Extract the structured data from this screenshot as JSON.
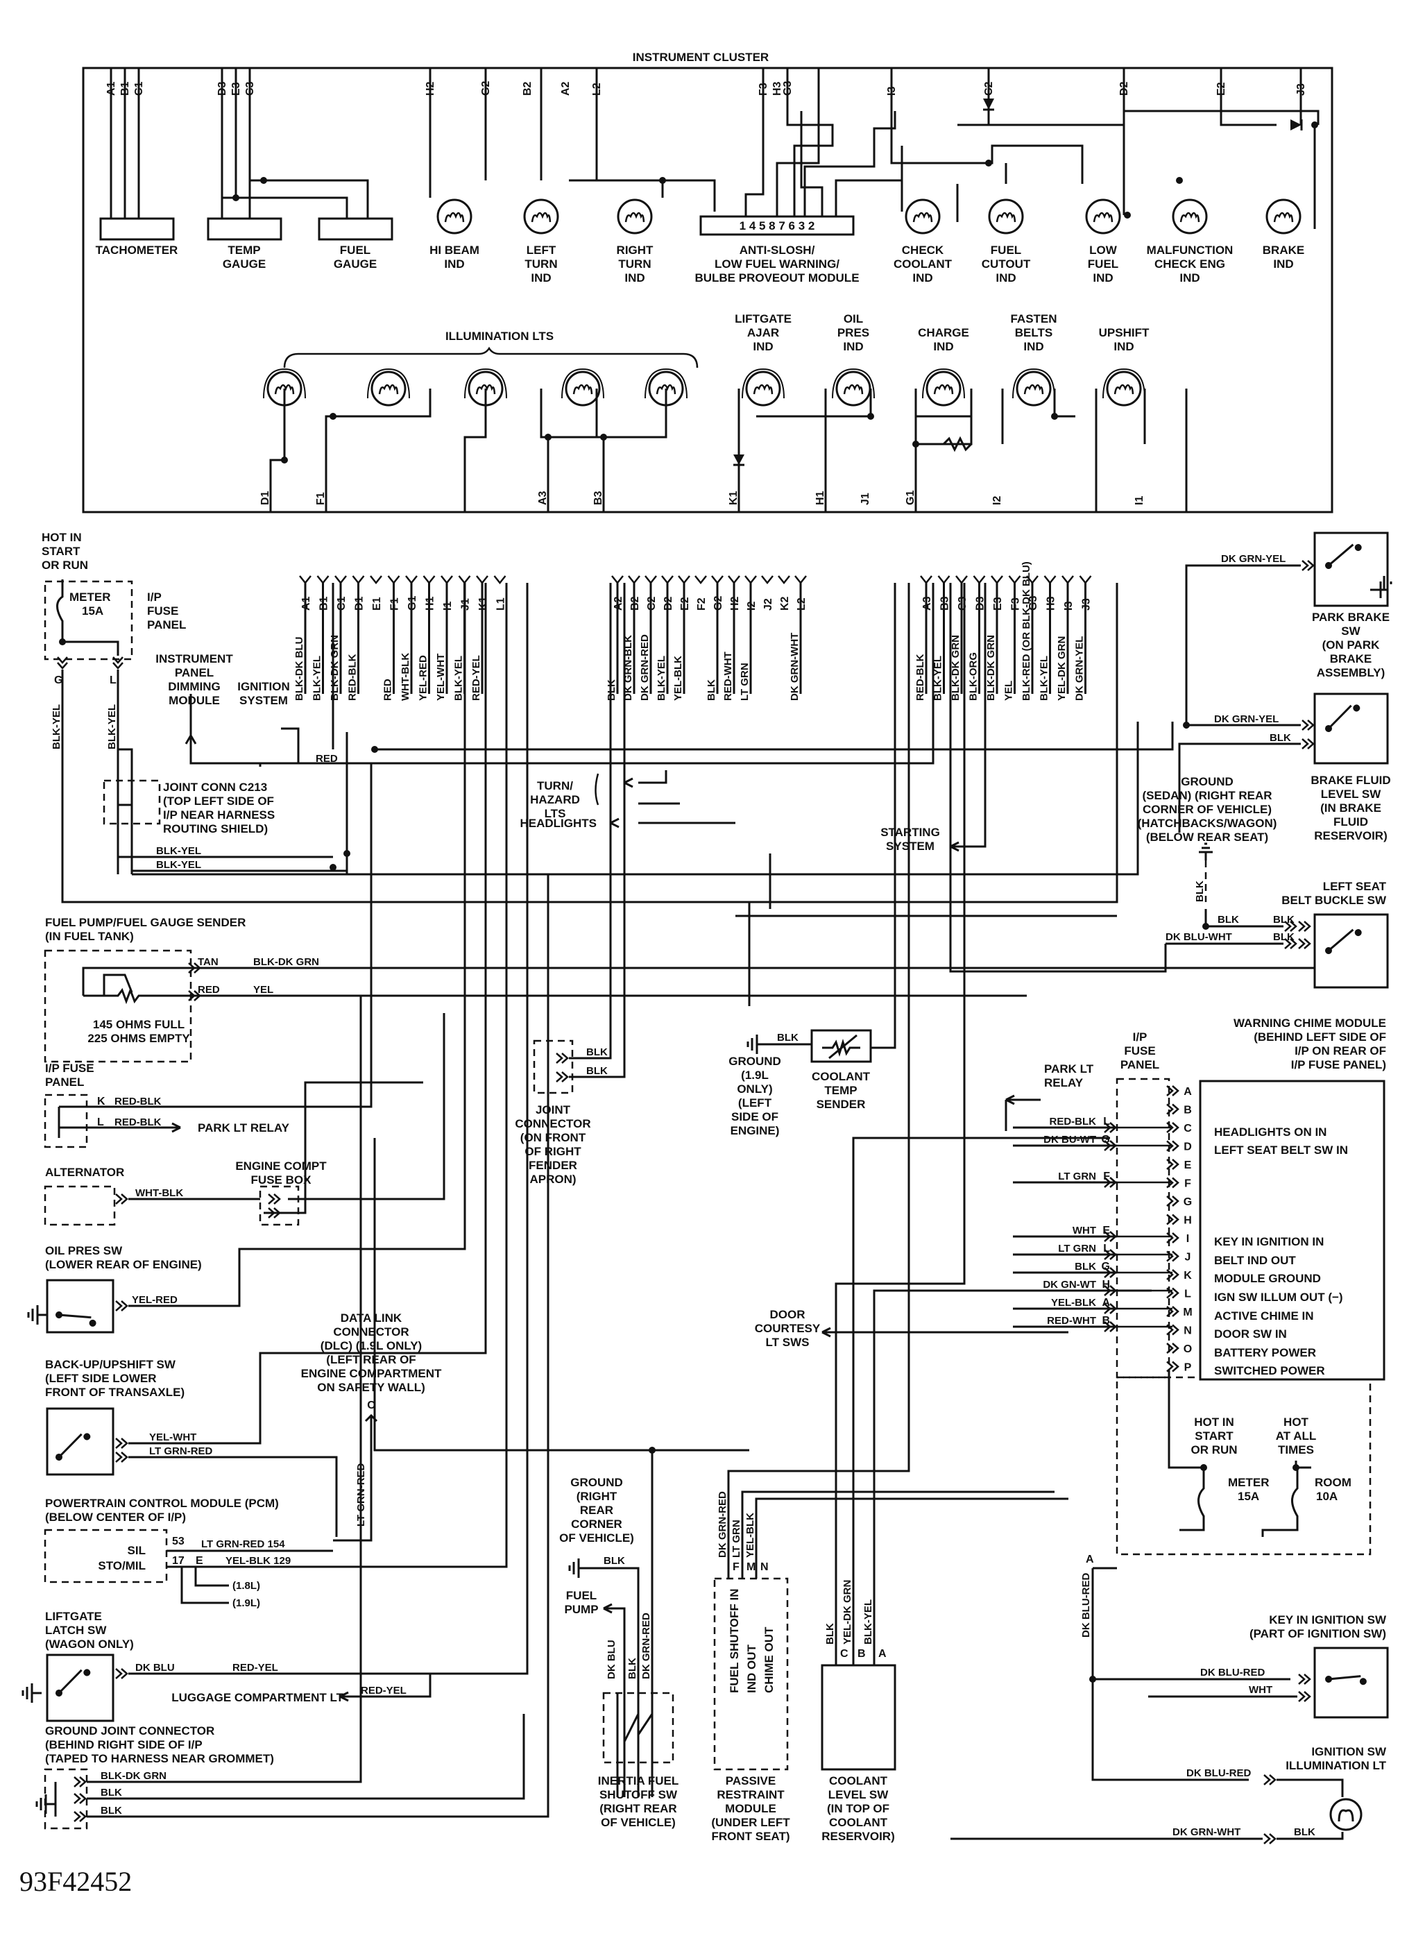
{
  "figure_id": "93F42452",
  "instrument_cluster": {
    "title": "INSTRUMENT CLUSTER",
    "gauges": [
      {
        "label": [
          "TACHOMETER"
        ]
      },
      {
        "label": [
          "TEMP",
          "GAUGE"
        ]
      },
      {
        "label": [
          "FUEL",
          "GAUGE"
        ]
      }
    ],
    "indicators": [
      {
        "label": [
          "HI BEAM",
          "IND"
        ]
      },
      {
        "label": [
          "LEFT",
          "TURN",
          "IND"
        ]
      },
      {
        "label": [
          "RIGHT",
          "TURN",
          "IND"
        ]
      },
      {
        "label": [
          "CHECK",
          "COOLANT",
          "IND"
        ]
      },
      {
        "label": [
          "FUEL",
          "CUTOUT",
          "IND"
        ]
      },
      {
        "label": [
          "LOW",
          "FUEL",
          "IND"
        ]
      },
      {
        "label": [
          "MALFUNCTION",
          "CHECK ENG",
          "IND"
        ]
      },
      {
        "label": [
          "BRAKE",
          "IND"
        ]
      }
    ],
    "module": {
      "pins": "1 4 5 8 7 6 3 2",
      "label": [
        "ANTI-SLOSH/",
        "LOW FUEL WARNING/",
        "BULBE PROVEOUT MODULE"
      ]
    },
    "illumination_label": "ILLUMINATION LTS",
    "lower_indicators": [
      {
        "label": [
          "LIFTGATE",
          "AJAR",
          "IND"
        ]
      },
      {
        "label": [
          "OIL",
          "PRES",
          "IND"
        ]
      },
      {
        "label": [
          "CHARGE",
          "IND"
        ]
      },
      {
        "label": [
          "FASTEN",
          "BELTS",
          "IND"
        ]
      },
      {
        "label": [
          "UPSHIFT",
          "IND"
        ]
      }
    ],
    "top_pins": [
      "A1",
      "B1",
      "C1",
      "D3",
      "E3",
      "C3",
      "H2",
      "G2",
      "B2",
      "A2",
      "L2",
      "F3",
      "H3",
      "G3",
      "I3",
      "C2",
      "D2",
      "E2",
      "J3"
    ],
    "bottom_pins": [
      "D1",
      "F1",
      "A3",
      "B3",
      "K1",
      "H1",
      "J1",
      "G1",
      "I2",
      "I1"
    ]
  },
  "harness": {
    "group1_pins": [
      "A1",
      "B1",
      "C1",
      "D1",
      "E1",
      "F1",
      "G1",
      "H1",
      "I1",
      "J1",
      "K1",
      "L1"
    ],
    "group1_wires": [
      "BLK-DK BLU",
      "BLK-YEL",
      "BLK-DK GRN",
      "RED-BLK",
      "RED",
      "WHT-BLK",
      "YEL-RED",
      "YEL-WHT",
      "BLK-YEL",
      "RED-YEL"
    ],
    "group2_pins": [
      "A2",
      "B2",
      "C2",
      "D2",
      "E2",
      "F2",
      "G2",
      "H2",
      "I2",
      "J2",
      "K2",
      "L2"
    ],
    "group2_wires": [
      "BLK",
      "DK GRN-BLK",
      "DK GRN-RED",
      "BLK-YEL",
      "YEL-BLK",
      "BLK",
      "RED-WHT",
      "LT GRN",
      "DK GRN-WHT"
    ],
    "group3_pins": [
      "A3",
      "B3",
      "C3",
      "D3",
      "E3",
      "F3",
      "G3",
      "H3",
      "I3",
      "J3"
    ],
    "group3_wires": [
      "RED-BLK",
      "BLK-YEL",
      "BLK-DK GRN",
      "BLK-ORG",
      "BLK-DK GRN",
      "YEL",
      "BLK-RED (OR BLK-DK BLU)",
      "BLK-YEL",
      "YEL-DK GRN",
      "DK GRN-YEL"
    ]
  },
  "left_components": {
    "hot_in_start": [
      "HOT IN",
      "START",
      "OR RUN"
    ],
    "meter_fuse": [
      "METER",
      "15A"
    ],
    "ip_fuse_panel": [
      "I/P",
      "FUSE",
      "PANEL"
    ],
    "dimming_module": [
      "INSTRUMENT",
      "PANEL",
      "DIMMING",
      "MODULE"
    ],
    "ignition_system": [
      "IGNITION",
      "SYSTEM"
    ],
    "pins_g_l": [
      "G",
      "L"
    ],
    "wire_blk_yel": "BLK-YEL",
    "wire_red": "RED",
    "joint_conn": [
      "JOINT CONN C213",
      "(TOP LEFT SIDE OF",
      "I/P NEAR HARNESS",
      "ROUTING SHIELD)"
    ],
    "fuel_sender": {
      "title": [
        "FUEL PUMP/FUEL GAUGE SENDER",
        "(IN FUEL TANK)"
      ],
      "wires": [
        "TAN",
        "BLK-DK GRN",
        "RED",
        "YEL"
      ],
      "note": [
        "145 OHMS FULL",
        "225 OHMS EMPTY"
      ]
    },
    "ip_fuse_panel2": {
      "title": [
        "I/P FUSE",
        "PANEL"
      ],
      "rows": [
        {
          "pin": "K",
          "wire": "RED-BLK"
        },
        {
          "pin": "L",
          "wire": "RED-BLK"
        }
      ],
      "dest": "PARK LT RELAY"
    },
    "alternator": {
      "title": "ALTERNATOR",
      "wire": "WHT-BLK"
    },
    "engine_fuse_box": [
      "ENGINE COMPT",
      "FUSE BOX"
    ],
    "oil_pres_sw": {
      "title": [
        "OIL PRES SW",
        "(LOWER REAR OF ENGINE)"
      ],
      "wire": "YEL-RED"
    },
    "backup_sw": {
      "title": [
        "BACK-UP/UPSHIFT SW",
        "(LEFT SIDE LOWER",
        "FRONT OF TRANSAXLE)"
      ],
      "wires": [
        "YEL-WHT",
        "LT GRN-RED"
      ]
    },
    "dlc": {
      "title": [
        "DATA LINK",
        "CONNECTOR",
        "(DLC) (1.9L ONLY)",
        "(LEFT REAR OF",
        "ENGINE COMPARTMENT",
        "ON SAFETY WALL)"
      ],
      "pin": "C",
      "wire": "LT GRN-RED"
    },
    "pcm": {
      "title": [
        "POWERTRAIN CONTROL MODULE (PCM)",
        "(BELOW CENTER OF I/P)"
      ],
      "rows": [
        {
          "name": "SIL",
          "pin": "53",
          "wire": "LT GRN-RED 154"
        },
        {
          "name": "STO/MIL",
          "pin": "17",
          "pin2": "E",
          "wire": "YEL-BLK 129"
        }
      ],
      "notes": [
        "(1.8L)",
        "(1.9L)"
      ]
    },
    "liftgate_sw": {
      "title": [
        "LIFTGATE",
        "LATCH SW",
        "(WAGON ONLY)"
      ],
      "wires": [
        "DK BLU",
        "RED-YEL"
      ],
      "dest": "LUGGAGE COMPARTMENT LT",
      "dest_wire": "RED-YEL"
    },
    "ground_joint": {
      "title": [
        "GROUND JOINT CONNECTOR",
        "(BEHIND RIGHT SIDE OF I/P",
        "(TAPED TO HARNESS NEAR GROMMET)"
      ],
      "wires": [
        "BLK-DK GRN",
        "BLK",
        "BLK"
      ]
    }
  },
  "center_components": {
    "turn_hazard": [
      "TURN/",
      "HAZARD",
      "LTS"
    ],
    "headlights": "HEADLIGHTS",
    "starting_system": [
      "STARTING",
      "SYSTEM"
    ],
    "joint_connector": {
      "title": [
        "JOINT",
        "CONNECTOR",
        "(ON FRONT",
        "OF RIGHT",
        "FENDER",
        "APRON)"
      ],
      "wires": [
        "BLK",
        "BLK"
      ]
    },
    "ground_19l": [
      "GROUND",
      "(1.9L",
      "ONLY)",
      "(LEFT",
      "SIDE OF",
      "ENGINE)"
    ],
    "ground_19l_wire": "BLK",
    "coolant_temp": [
      "COOLANT",
      "TEMP",
      "SENDER"
    ],
    "door_courtesy": [
      "DOOR",
      "COURTESY",
      "LT SWS"
    ],
    "ground_rear": [
      "GROUND",
      "(RIGHT",
      "REAR",
      "CORNER",
      "OF VEHICLE)"
    ],
    "ground_rear_wire": "BLK",
    "fuel_pump": [
      "FUEL",
      "PUMP"
    ],
    "inertia": {
      "wires": [
        "DK BLU",
        "BLK",
        "DK GRN-RED"
      ],
      "title": [
        "INERTIA FUEL",
        "SHUTOFF SW",
        "(RIGHT REAR",
        "OF VEHICLE)"
      ]
    },
    "passive_restraint": {
      "pins": [
        "F",
        "M",
        "N"
      ],
      "wires": [
        "DK GRN-RED",
        "LT GRN",
        "YEL-BLK"
      ],
      "inner": [
        "FUEL SHUTOFF IN",
        "IND OUT",
        "CHIME OUT"
      ],
      "title": [
        "PASSIVE",
        "RESTRAINT",
        "MODULE",
        "(UNDER LEFT",
        "FRONT SEAT)"
      ]
    },
    "coolant_level": {
      "pins": [
        "C",
        "B",
        "A"
      ],
      "wires": [
        "BLK",
        "YEL-DK GRN",
        "BLK-YEL"
      ],
      "title": [
        "COOLANT",
        "LEVEL SW",
        "(IN TOP OF",
        "COOLANT",
        "RESERVOIR)"
      ]
    }
  },
  "right_components": {
    "park_brake": {
      "wire": "DK GRN-YEL",
      "title": [
        "PARK BRAKE",
        "SW",
        "(ON PARK",
        "BRAKE",
        "ASSEMBLY)"
      ]
    },
    "brake_fluid": {
      "wires": [
        "DK GRN-YEL",
        "BLK"
      ],
      "title": [
        "BRAKE FLUID",
        "LEVEL SW",
        "(IN BRAKE",
        "FLUID",
        "RESERVOIR)"
      ]
    },
    "ground_sedan": [
      "GROUND",
      "(SEDAN) (RIGHT REAR",
      "CORNER OF VEHICLE)",
      "(HATCHBACKS/WAGON)",
      "(BELOW REAR SEAT)"
    ],
    "seat_belt": {
      "title": [
        "LEFT SEAT",
        "BELT BUCKLE SW"
      ],
      "wires": [
        "BLK",
        "BLK",
        "DK BLU-WHT",
        "BLK",
        "BLK"
      ]
    },
    "chime": {
      "title": [
        "WARNING CHIME MODULE",
        "(BEHIND LEFT SIDE OF",
        "I/P ON REAR OF",
        "I/P FUSE PANEL)"
      ],
      "fuse_panel": [
        "I/P",
        "FUSE",
        "PANEL"
      ],
      "park_lt": [
        "PARK LT",
        "RELAY"
      ],
      "letters": [
        "A",
        "B",
        "C",
        "D",
        "E",
        "F",
        "G",
        "H",
        "I",
        "J",
        "K",
        "L",
        "M",
        "N",
        "O",
        "P"
      ],
      "functions": [
        "HEADLIGHTS ON IN",
        "LEFT SEAT BELT SW IN",
        "KEY IN IGNITION IN",
        "BELT IND OUT",
        "MODULE GROUND",
        "IGN SW ILLUM OUT (−)",
        "ACTIVE CHIME IN",
        "DOOR SW IN",
        "BATTERY POWER",
        "SWITCHED POWER"
      ],
      "wires": [
        {
          "wire": "RED-BLK",
          "pin": "L"
        },
        {
          "wire": "DK BU-WT",
          "pin": "G"
        },
        {
          "wire": "LT GRN",
          "pin": "F"
        },
        {
          "wire": "WHT",
          "pin": "E"
        },
        {
          "wire": "LT GRN",
          "pin": "L"
        },
        {
          "wire": "BLK",
          "pin": "G"
        },
        {
          "wire": "DK GN-WT",
          "pin": "H"
        },
        {
          "wire": "YEL-BLK",
          "pin": "A"
        },
        {
          "wire": "RED-WHT",
          "pin": "B"
        }
      ],
      "hot_run": [
        "HOT IN",
        "START",
        "OR RUN"
      ],
      "hot_all": [
        "HOT",
        "AT ALL",
        "TIMES"
      ],
      "meter": [
        "METER",
        "15A"
      ],
      "room": [
        "ROOM",
        "10A"
      ]
    },
    "pin_a": "A",
    "dk_blu_red": "DK BLU-RED",
    "key_sw": {
      "title": [
        "KEY IN IGNITION SW",
        "(PART OF IGNITION SW)"
      ],
      "wires": [
        "DK BLU-RED",
        "WHT"
      ]
    },
    "illum": {
      "title": [
        "IGNITION SW",
        "ILLUMINATION LT"
      ],
      "wires": [
        "DK BLU-RED",
        "DK GRN-WHT",
        "BLK"
      ]
    }
  }
}
